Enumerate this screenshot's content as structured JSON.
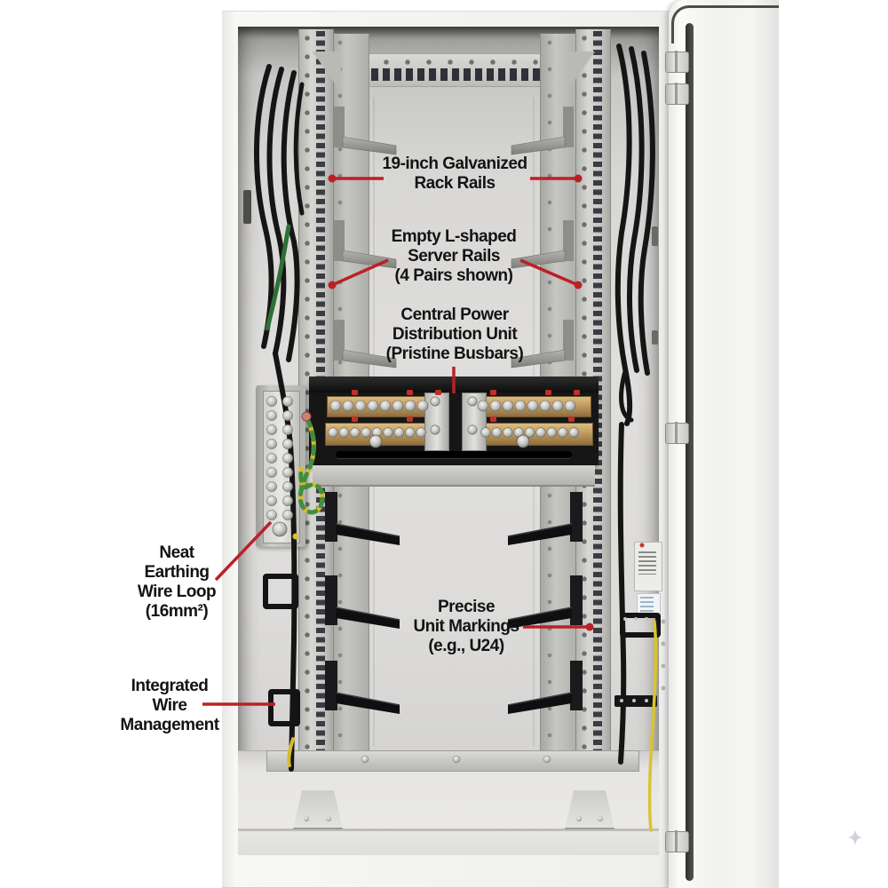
{
  "image": {
    "type": "annotated-product-photo",
    "subject": "server rack cabinet interior with open door"
  },
  "annotation_color": "#bb2026",
  "callouts": [
    {
      "id": "rack-rails",
      "lines": [
        "19-inch Galvanized",
        "Rack Rails"
      ]
    },
    {
      "id": "server-rails",
      "lines": [
        "Empty L-shaped",
        "Server Rails",
        "(4 Pairs shown)"
      ]
    },
    {
      "id": "pdu",
      "lines": [
        "Central Power",
        "Distribution Unit",
        "(Pristine Busbars)"
      ]
    },
    {
      "id": "earthing",
      "lines": [
        "Neat",
        "Earthing",
        "Wire Loop",
        "(16mm²)"
      ]
    },
    {
      "id": "unit-markings",
      "lines": [
        "Precise",
        "Unit Markings",
        "(e.g., U24)"
      ]
    },
    {
      "id": "wire-management",
      "lines": [
        "Integrated",
        "Wire",
        "Management"
      ]
    }
  ],
  "watermark": {
    "icon": "sparkle-icon"
  }
}
